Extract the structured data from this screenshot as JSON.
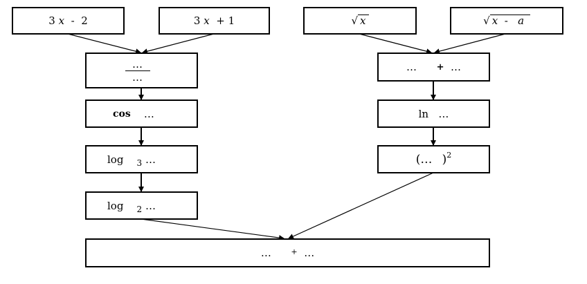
{
  "inputs": {
    "a": {
      "coef": "3",
      "var": "x",
      "op": "-",
      "const": "2"
    },
    "b": {
      "coef": "3",
      "var": "x",
      "op": "+",
      "const": "1"
    },
    "c": {
      "var": "x"
    },
    "d": {
      "var": "x",
      "op": "-",
      "param": "a"
    }
  },
  "left_chain": {
    "fraction": {
      "num": "…",
      "den": "…"
    },
    "cos": {
      "fn": "cos",
      "arg": "…"
    },
    "log3": {
      "fn": "log",
      "base": "3",
      "arg": "…"
    },
    "log2": {
      "fn": "log",
      "base": "2",
      "arg": "…"
    }
  },
  "right_chain": {
    "sum": {
      "left": "…",
      "op": "+",
      "right": "…"
    },
    "ln": {
      "fn": "ln",
      "arg": "…"
    },
    "square": {
      "open": "(…",
      "close": ")",
      "exp": "2"
    }
  },
  "result": {
    "left": "…",
    "op": "+",
    "right": "…"
  }
}
